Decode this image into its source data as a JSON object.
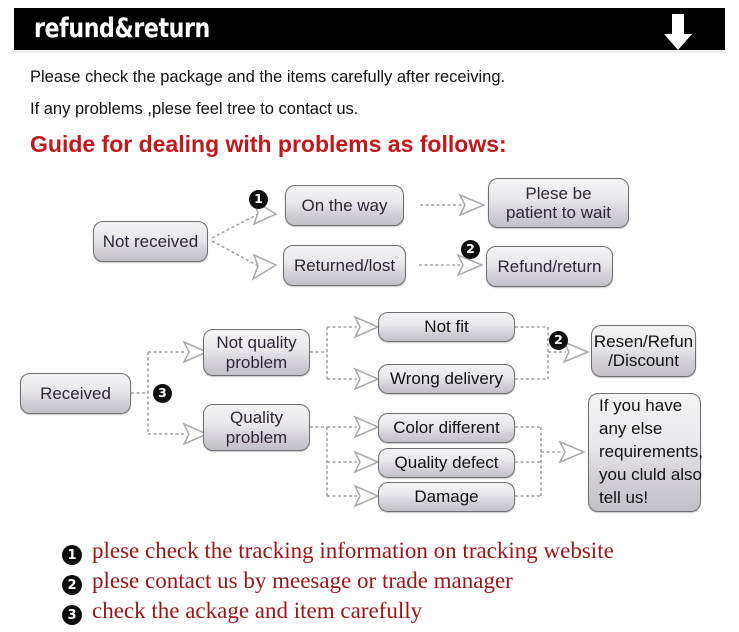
{
  "header": {
    "title": "refund&return",
    "arrow_icon": "down-arrow-icon"
  },
  "intro": {
    "line1": "Please check the package and the items carefully after receiving.",
    "line2": "If any problems ,plese feel tree to contact us."
  },
  "guide": {
    "title": "Guide for dealing with problems as follows:"
  },
  "colors": {
    "banner_bg": "#000000",
    "heading_red": "#c2171b",
    "list_red": "#9b1616",
    "box_border": "#6e6e6e",
    "box_text": "#2f2536",
    "connector": "#9a9a9a"
  },
  "flow1": {
    "nodes": {
      "not_received": "Not received",
      "on_the_way": "On the way",
      "returned_lost": "Returned/lost",
      "patient": "Plese be\npatient to wait",
      "refund_return": "Refund/return"
    },
    "badges": {
      "b1": "1",
      "b2": "2"
    }
  },
  "flow2": {
    "nodes": {
      "received": "Received",
      "not_quality": "Not quality\nproblem",
      "quality": "Quality\nproblem",
      "not_fit": "Not fit",
      "wrong_delivery": "Wrong delivery",
      "color_different": "Color different",
      "quality_defect": "Quality defect",
      "damage": "Damage",
      "resend": "Resen/Refun\n/Discount",
      "else_req": "If you have\nany else\nrequirements,\nyou cluld also\ntell us!"
    },
    "badges": {
      "b3": "3",
      "b2": "2"
    }
  },
  "bottom_list": [
    {
      "num": "1",
      "text": "plese check the tracking information on tracking website"
    },
    {
      "num": "2",
      "text": "plese contact us by meesage or trade manager"
    },
    {
      "num": "3",
      "text": "check the ackage and item carefully"
    }
  ]
}
